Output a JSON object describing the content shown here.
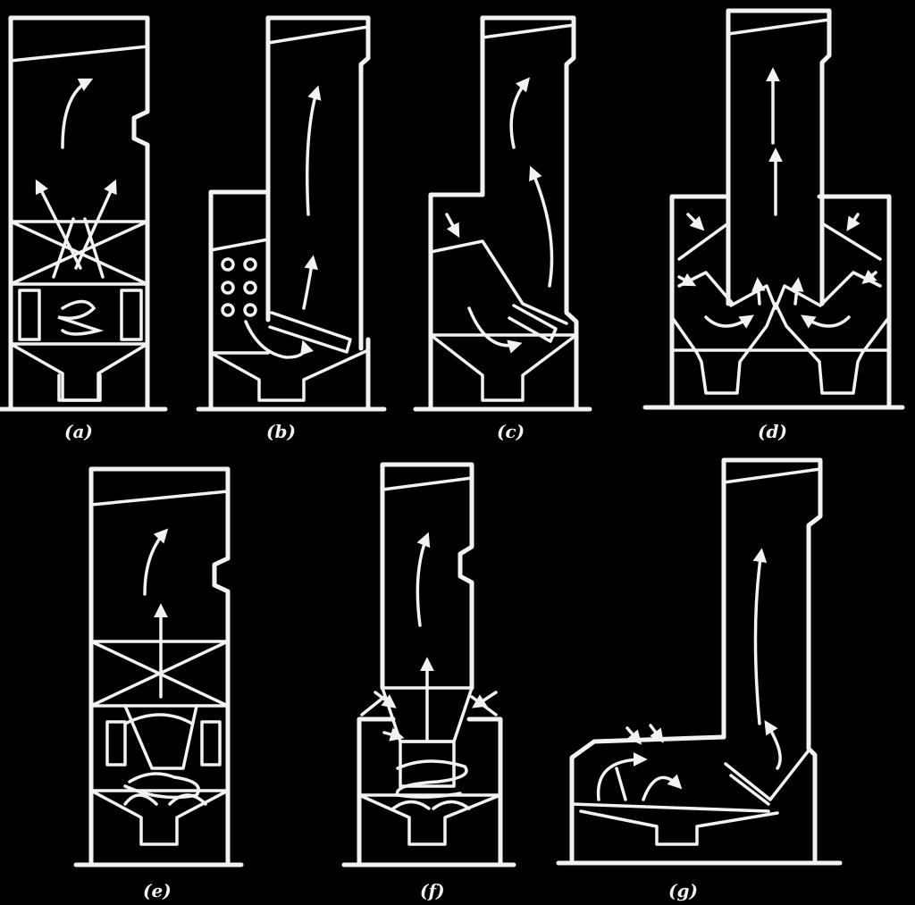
{
  "panels": [
    {
      "id": "a",
      "label": "(a)"
    },
    {
      "id": "b",
      "label": "(b)"
    },
    {
      "id": "c",
      "label": "(c)"
    },
    {
      "id": "d",
      "label": "(d)"
    },
    {
      "id": "e",
      "label": "(e)"
    },
    {
      "id": "f",
      "label": "(f)"
    },
    {
      "id": "g",
      "label": "(g)"
    }
  ],
  "colors": {
    "background": "#000000",
    "line": "#f2f2f2"
  }
}
